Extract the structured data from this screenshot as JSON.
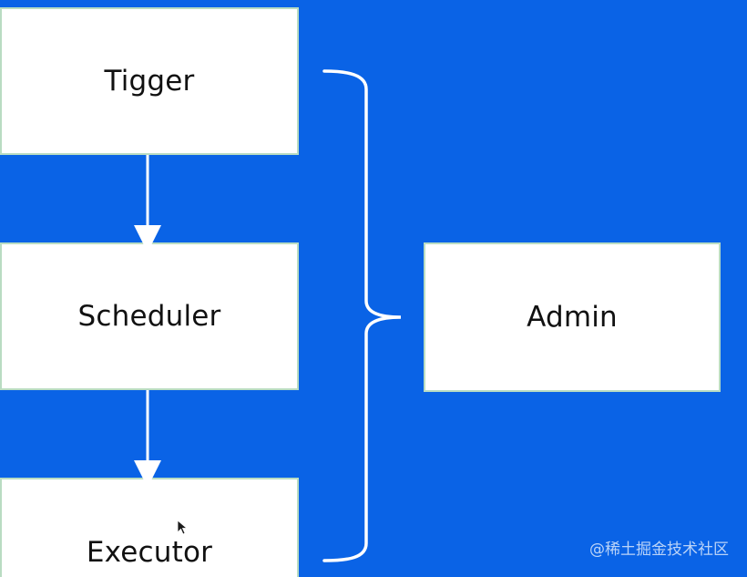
{
  "diagram": {
    "nodes": {
      "trigger": "Tigger",
      "scheduler": "Scheduler",
      "executor": "Executor",
      "admin": "Admin"
    },
    "edges": [
      {
        "from": "Tigger",
        "to": "Scheduler"
      },
      {
        "from": "Scheduler",
        "to": "Executor"
      }
    ],
    "grouping": {
      "members": [
        "Tigger",
        "Scheduler",
        "Executor"
      ],
      "to": "Admin"
    }
  },
  "watermark": "@稀土掘金技术社区",
  "colors": {
    "background": "#0a63e6",
    "box_fill": "#ffffff",
    "box_border": "#b9dcc2",
    "lines": "#ffffff"
  },
  "icons": {
    "cursor": "mouse-pointer-icon"
  }
}
